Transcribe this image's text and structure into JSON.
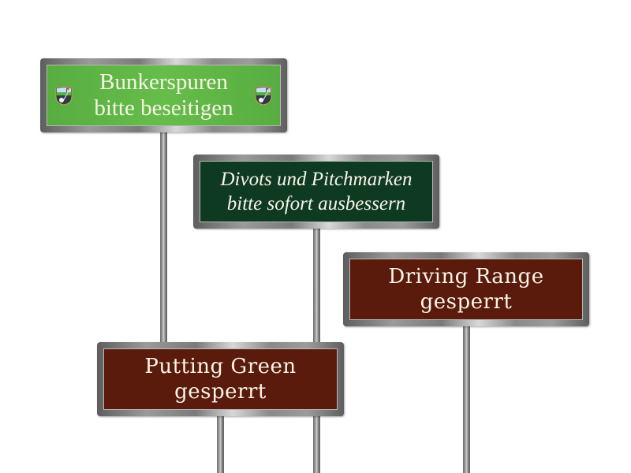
{
  "signs": [
    {
      "name": "bunker",
      "lines": [
        "Bunkerspuren",
        "bitte beseitigen"
      ],
      "color": "#5cb544",
      "icons": [
        "golf-crest-icon",
        "golf-crest-icon"
      ]
    },
    {
      "name": "divots",
      "lines": [
        "Divots und Pitchmarken",
        "bitte sofort ausbessern"
      ],
      "color": "#0e3a22"
    },
    {
      "name": "driving-range",
      "lines": [
        "Driving Range",
        "gesperrt"
      ],
      "color": "#5a1a0c"
    },
    {
      "name": "putting-green",
      "lines": [
        "Putting Green",
        "gesperrt"
      ],
      "color": "#5a1a0c"
    }
  ],
  "colors": {
    "frame": "#8a8a8a",
    "text": "#f8f4e8",
    "background": "#ffffff"
  }
}
